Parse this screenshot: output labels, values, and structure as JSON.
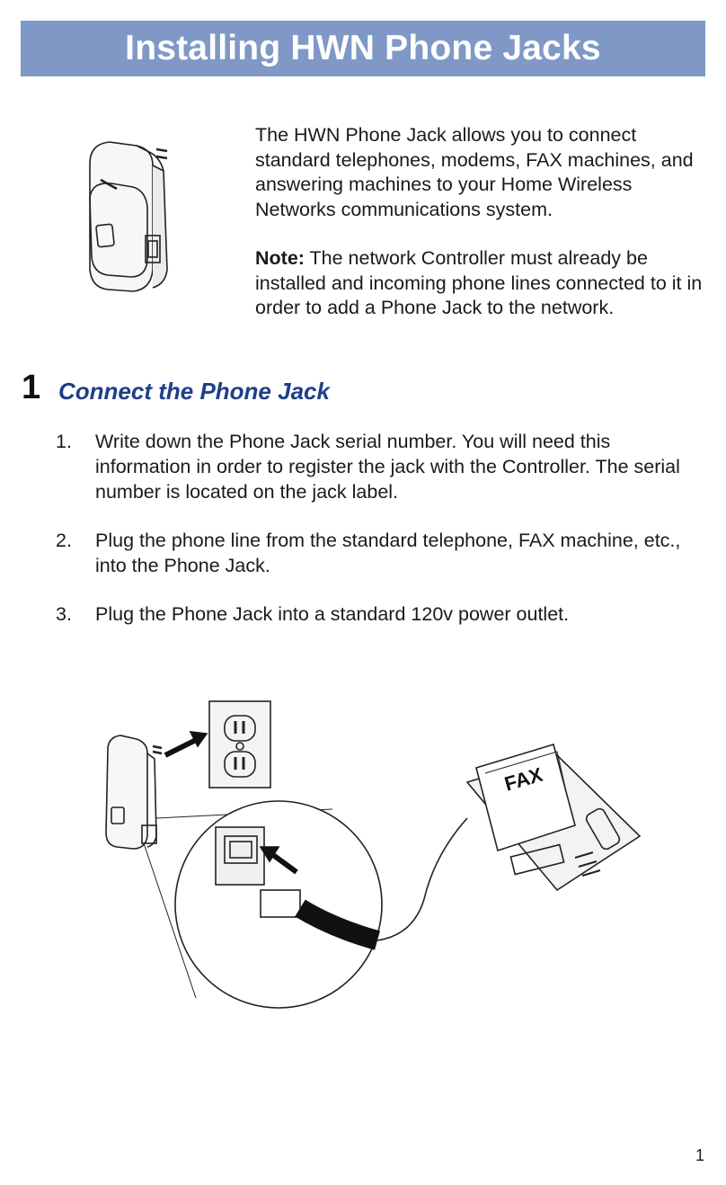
{
  "header": {
    "title": "Installing HWN Phone Jacks"
  },
  "intro": {
    "paragraph": "The HWN Phone Jack allows you to connect standard telephones, modems, FAX machines, and answering machines to your Home Wireless Networks communications system.",
    "note_label": "Note:",
    "note_text": " The network Controller must already be installed and incoming phone lines connected to it in order to add a Phone Jack to the network."
  },
  "section": {
    "number": "1",
    "title": "Connect the Phone Jack",
    "steps": [
      {
        "num": "1.",
        "text": "Write down the Phone Jack serial number. You will need this information in order to register the jack with the Controller. The serial number is located on the jack label."
      },
      {
        "num": "2.",
        "text": "Plug the phone line from the standard telephone, FAX machine, etc., into the Phone Jack."
      },
      {
        "num": "3.",
        "text": "Plug the Phone Jack into a standard 120v power outlet."
      }
    ]
  },
  "illustration": {
    "fax_label": "FAX"
  },
  "footer": {
    "page_number": "1"
  }
}
